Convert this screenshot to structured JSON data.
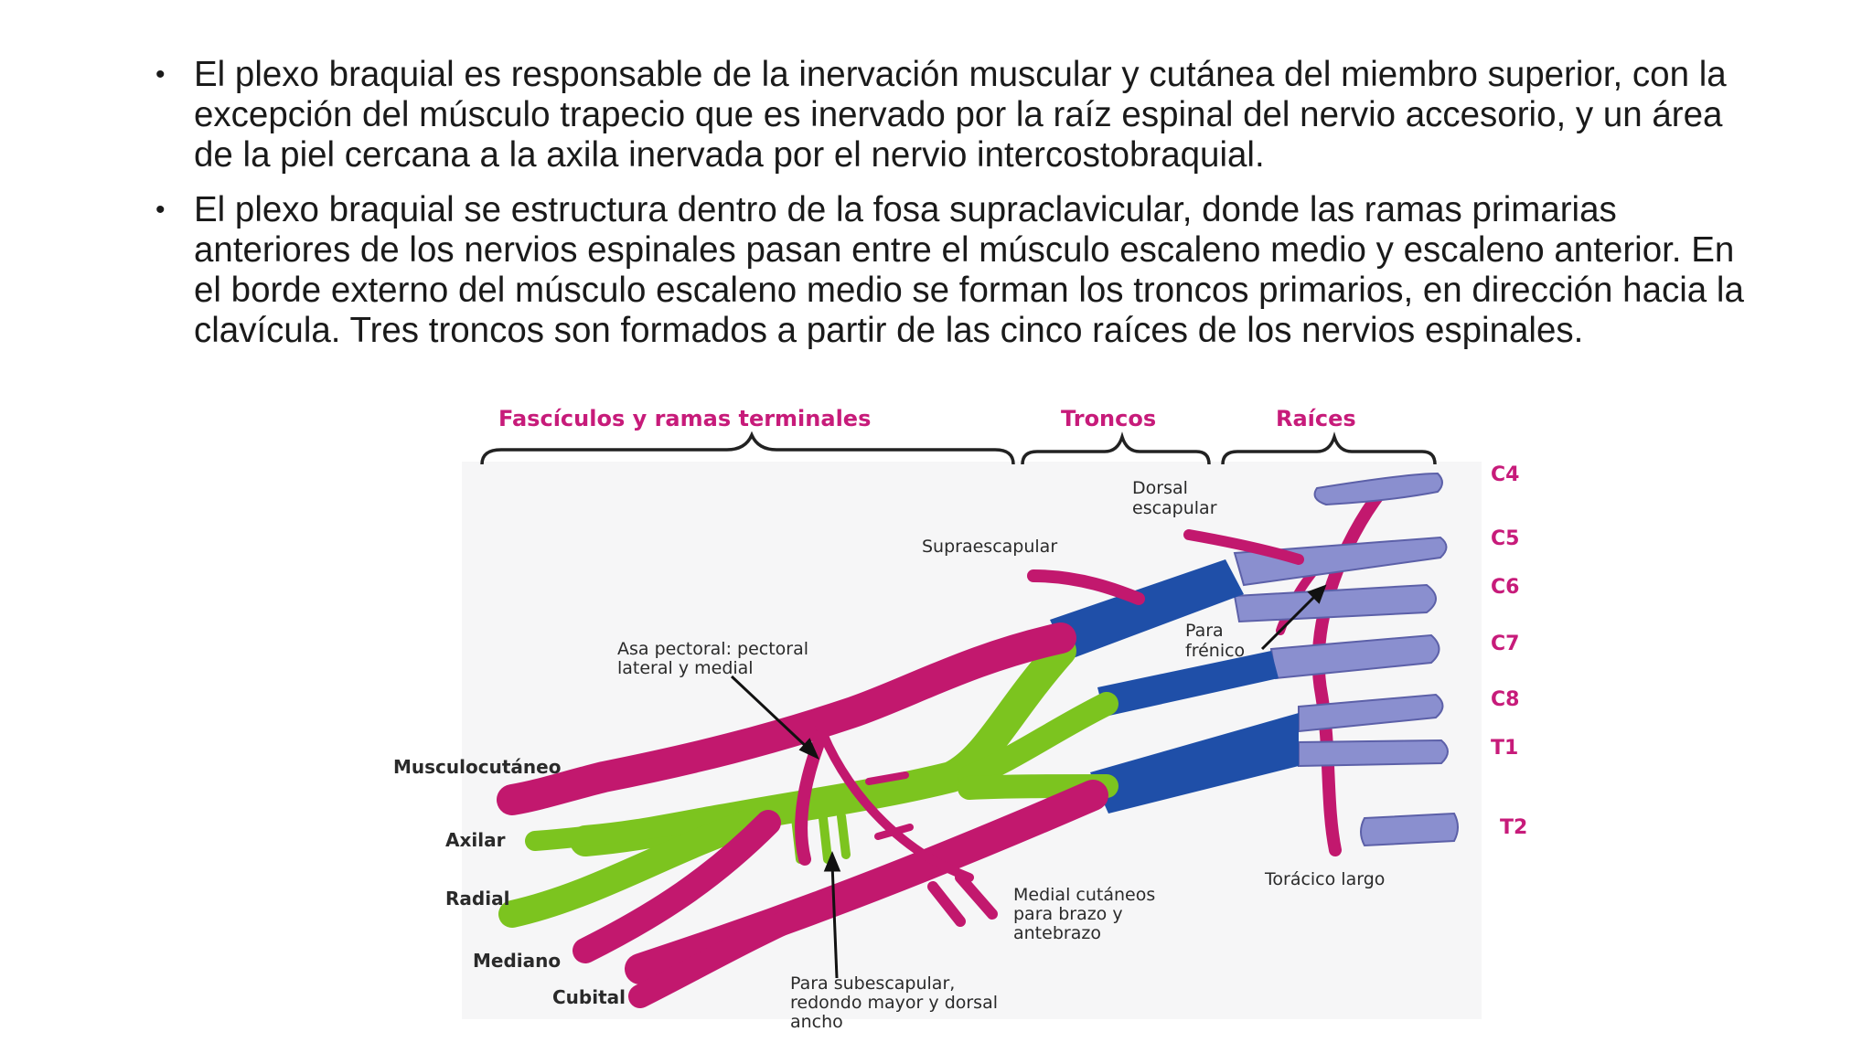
{
  "bullets": [
    "El plexo braquial es responsable de la inervación muscular y cutánea del miembro superior, con la excepción del músculo trapecio que es inervado por la raíz espinal del nervio accesorio, y un área de la piel cercana a la axila inervada por el nervio intercostobraquial.",
    "El plexo braquial se estructura dentro de la fosa supraclavicular, donde las ramas primarias anteriores de los nervios espinales pasan entre el músculo escaleno medio y escaleno anterior. En el borde externo del músculo escaleno medio se forman los troncos primarios, en dirección hacia la clavícula. Tres troncos son formados a partir de las cinco raíces de los nervios espinales."
  ],
  "bullet_marker": "•",
  "diagram": {
    "headers": {
      "fasciculos": "Fascículos y ramas terminales",
      "troncos": "Troncos",
      "raices": "Raíces"
    },
    "segments": [
      "C4",
      "C5",
      "C6",
      "C7",
      "C8",
      "T1",
      "T2"
    ],
    "labels": {
      "dorsal_1": "Dorsal",
      "dorsal_2": "escapular",
      "supraescapular": "Supraescapular",
      "para_frenico_1": "Para",
      "para_frenico_2": "frénico",
      "asa_1": "Asa pectoral: pectoral",
      "asa_2": "lateral y medial",
      "musculocutaneo": "Musculocutáneo",
      "axilar": "Axilar",
      "radial": "Radial",
      "mediano": "Mediano",
      "cubital": "Cubital",
      "toracico": "Torácico largo",
      "medial_1": "Medial cutáneos",
      "medial_2": "para brazo y",
      "medial_3": "antebrazo",
      "subesc_1": "Para subescapular,",
      "subesc_2": "redondo mayor y dorsal",
      "subesc_3": "ancho"
    },
    "colors": {
      "roots": "#8a8fcf",
      "trunks": "#1f4fa8",
      "lateral_medial": "#c2186e",
      "posterior": "#7cc41f",
      "heading": "#c71b7a"
    }
  }
}
